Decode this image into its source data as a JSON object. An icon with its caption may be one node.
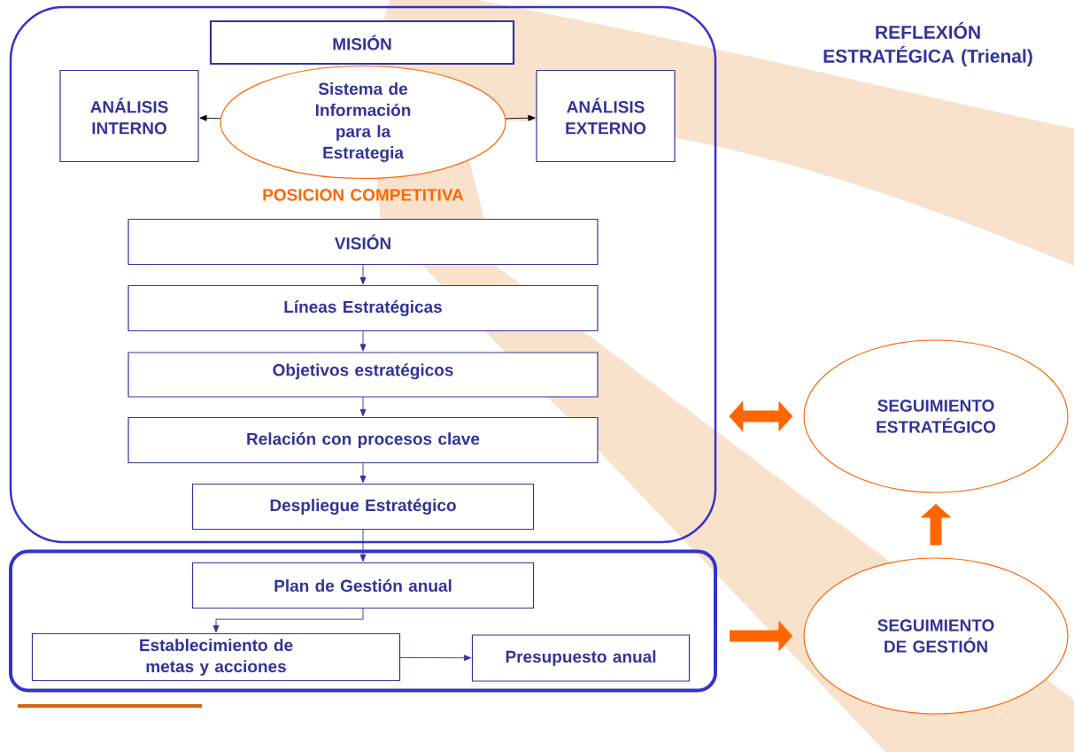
{
  "diagram": {
    "nodes": [
      {
        "text": [],
        "shape": "box"
      },
      {
        "text": [
          "MISIÓN"
        ],
        "in": 0
      },
      {
        "text": [
          "ANÁLISIS INTERNO"
        ],
        "in": 0
      },
      {
        "text": [
          "Sistema de Información para la Estrategia"
        ],
        "in": 0
      },
      {
        "text": [
          "ANÁLISIS EXTERNO"
        ],
        "in": 0
      },
      {
        "text": [
          "VISIÓN"
        ],
        "in": 0
      },
      {
        "text": [
          "Líneas Estratégicas"
        ],
        "in": 0
      },
      {
        "text": [
          "Objetivos estratégicos"
        ],
        "in": 0
      },
      {
        "text": [
          "Relación con procesos clave"
        ],
        "in": 0
      },
      {
        "text": [
          "Despliegue Estratégico"
        ],
        "in": 0
      },
      {
        "text": [],
        "shape": "box"
      },
      {
        "text": [
          "Plan de Gestión anual"
        ],
        "in": 10
      },
      {
        "text": [
          "Establecimiento de metas y acciones"
        ],
        "in": 10
      },
      {
        "text": [
          "Presupuesto anual"
        ],
        "in": 10
      },
      {
        "text": [
          "SEGUIMIENTO ESTRATÉGICO"
        ]
      },
      {
        "text": [
          "SEGUIMIENTO DE GESTIÓN"
        ]
      }
    ],
    "edges": [
      {
        "from": 3,
        "to": 2,
        "arrow": "to",
        "color": "#000000"
      },
      {
        "from": 3,
        "to": 4,
        "arrow": "to",
        "color": "#000000"
      },
      {
        "from": 5,
        "to": 6,
        "arrow": "to"
      },
      {
        "from": 6,
        "to": 7,
        "arrow": "to"
      },
      {
        "from": 7,
        "to": 8,
        "arrow": "to"
      },
      {
        "from": 8,
        "to": 9,
        "arrow": "to"
      },
      {
        "from": 9,
        "to": 11,
        "arrow": "to"
      },
      {
        "from": 11,
        "to": 12,
        "arrow": "to"
      },
      {
        "from": 12,
        "to": 13,
        "arrow": "to"
      },
      {
        "from": 0,
        "to": 14,
        "arrow": "both",
        "style": "thick",
        "color": "#ff6600"
      },
      {
        "from": 10,
        "to": 15,
        "arrow": "to",
        "style": "thick",
        "color": "#ff6600"
      },
      {
        "from": 15,
        "to": 14,
        "arrow": "to",
        "style": "thick",
        "color": "#ff6600"
      }
    ],
    "labels": [
      "REFLEXIÓN ESTRATÉGICA (Trienal)",
      "POSICION COMPETITIVA"
    ]
  }
}
